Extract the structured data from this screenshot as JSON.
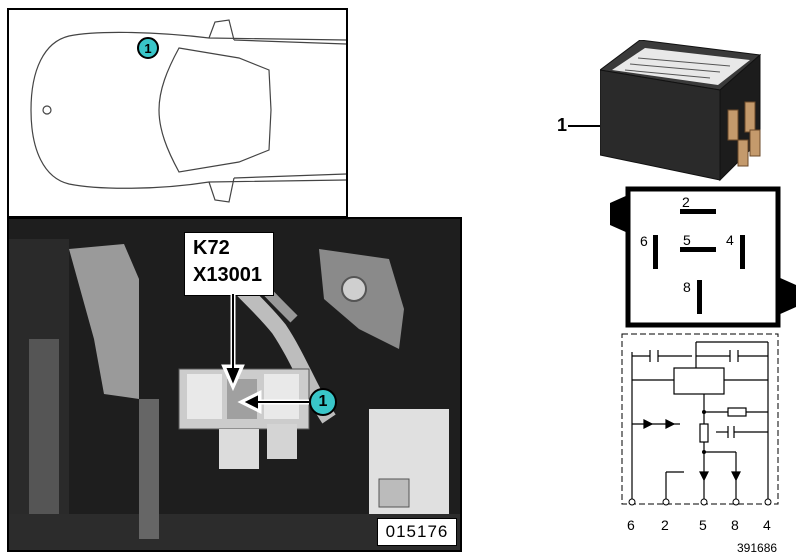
{
  "top_view": {
    "callout": "1"
  },
  "photo": {
    "component_code": "K72",
    "connector_code": "X13001",
    "callout": "1",
    "photo_number": "015176"
  },
  "relay": {
    "part_callout": "1",
    "pins": {
      "top": "2",
      "left": "6",
      "center": "5",
      "right": "4",
      "bottom": "8"
    }
  },
  "schematic": {
    "terminals": [
      "6",
      "2",
      "5",
      "8",
      "4"
    ]
  },
  "figure_number": "391686",
  "colors": {
    "callout_fill": "#39c6c9",
    "frame": "#000000",
    "photo_dark": "#1a1a1a"
  }
}
